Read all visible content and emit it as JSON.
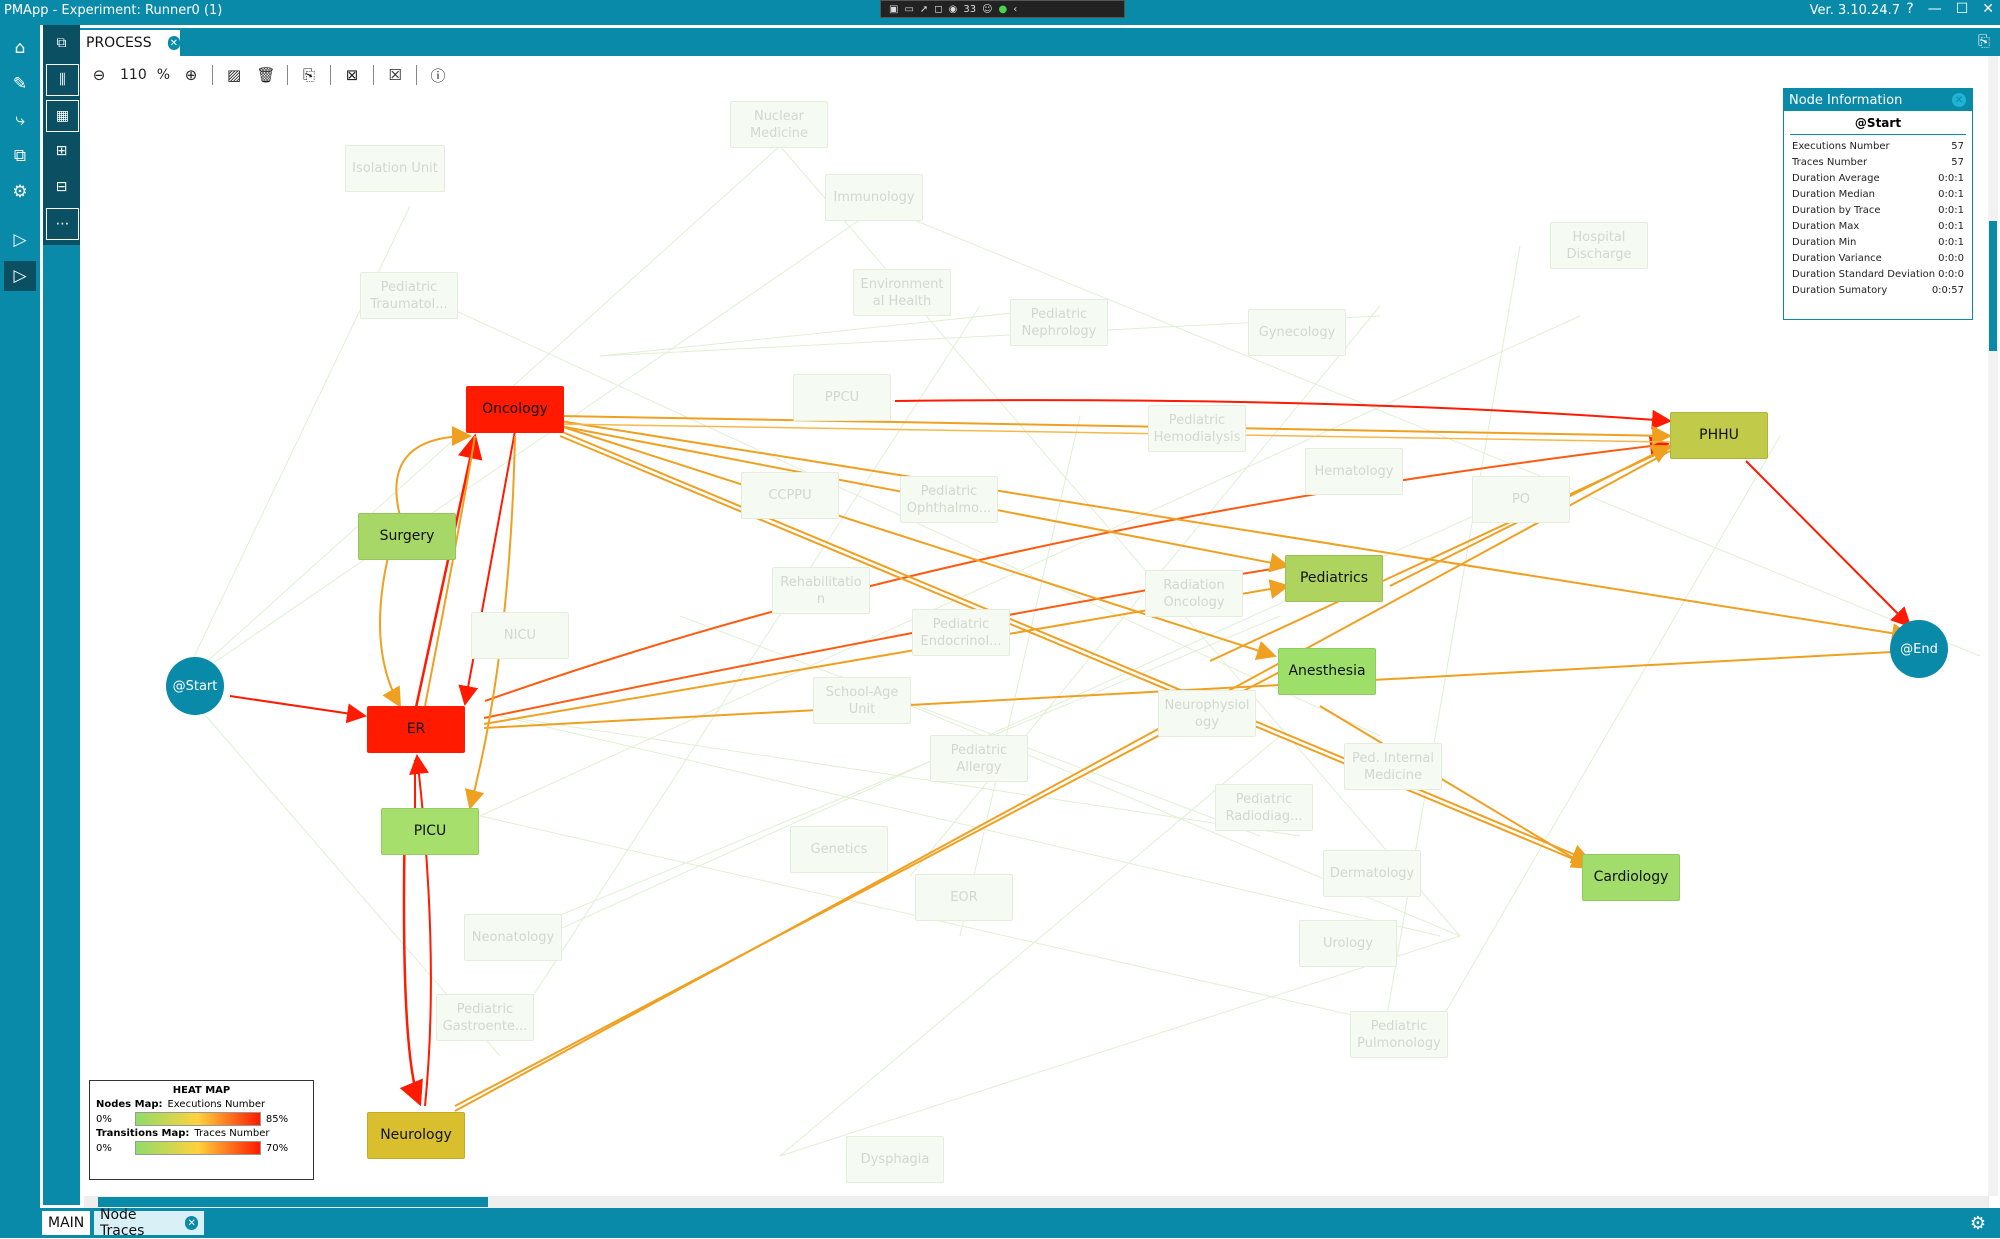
{
  "window": {
    "title": "PMApp  -  Experiment: Runner0 (1)",
    "version": "Ver. 3.10.24.7",
    "help_glyph": "?",
    "minimize_glyph": "—",
    "maximize_glyph": "☐",
    "close_glyph": "✕",
    "tray_count": "33"
  },
  "tabs": {
    "process": "PROCESS",
    "close_glyph": "✕"
  },
  "toolbar": {
    "zoom_value": "110",
    "zoom_unit": "%"
  },
  "nodes": {
    "nuclear_medicine": "Nuclear Medicine",
    "isolation_unit": "Isolation Unit",
    "immunology": "Immunology",
    "hospital_discharge": "Hospital Discharge",
    "pediatric_traumatol": "Pediatric Traumatol...",
    "environmental_health": "Environment al Health",
    "pediatric_nephrology": "Pediatric Nephrology",
    "gynecology": "Gynecology",
    "ppcu": "PPCU",
    "pediatric_hemodialysis": "Pediatric Hemodialysis",
    "oncology": "Oncology",
    "phhu": "PHHU",
    "hematology": "Hematology",
    "ccppu": "CCPPU",
    "pediatric_ophthalmo": "Pediatric Ophthalmo...",
    "po": "PO",
    "surgery": "Surgery",
    "pediatrics": "Pediatrics",
    "rehabilitation": "Rehabilitatio n",
    "radiation_oncology": "Radiation Oncology",
    "nicu": "NICU",
    "pediatric_endocrinol": "Pediatric Endocrinol...",
    "anesthesia": "Anesthesia",
    "start": "@Start",
    "end": "@End",
    "school_age_unit": "School-Age Unit",
    "neurophysiology": "Neurophysiol ogy",
    "er": "ER",
    "pediatric_allergy": "Pediatric Allergy",
    "ped_internal_medicine": "Ped. Internal Medicine",
    "pediatric_radiodiag": "Pediatric Radiodiag...",
    "picu": "PICU",
    "genetics": "Genetics",
    "cardiology": "Cardiology",
    "dermatology": "Dermatology",
    "eor": "EOR",
    "neonatology": "Neonatology",
    "urology": "Urology",
    "pediatric_gastroente": "Pediatric Gastroente...",
    "pediatric_pulmonology": "Pediatric Pulmonology",
    "neurology": "Neurology",
    "dysphagia": "Dysphagia"
  },
  "node_info": {
    "header": "Node Information",
    "node": "@Start",
    "rows": [
      {
        "label": "Executions Number",
        "value": "57"
      },
      {
        "label": "Traces Number",
        "value": "57"
      },
      {
        "label": "Duration Average",
        "value": "0:0:1"
      },
      {
        "label": "Duration Median",
        "value": "0:0:1"
      },
      {
        "label": "Duration by Trace",
        "value": "0:0:1"
      },
      {
        "label": "Duration Max",
        "value": "0:0:1"
      },
      {
        "label": "Duration Min",
        "value": "0:0:1"
      },
      {
        "label": "Duration Variance",
        "value": "0:0:0"
      },
      {
        "label": "Duration Standard Deviation",
        "value": "0:0:0"
      },
      {
        "label": "Duration Sumatory",
        "value": "0:0:57"
      }
    ]
  },
  "legend": {
    "title": "HEAT MAP",
    "nodes_label": "Nodes Map:",
    "nodes_metric": "Executions Number",
    "nodes_min": "0%",
    "nodes_max": "85%",
    "transitions_label": "Transitions Map:",
    "transitions_metric": "Traces Number",
    "transitions_min": "0%",
    "transitions_max": "70%"
  },
  "bottom_tabs": {
    "main": "MAIN",
    "node_traces": "Node Traces"
  },
  "colors": {
    "accent": "#0a8aa9",
    "dark_accent": "#0b4f63",
    "hot": "#ff1a00",
    "warm": "#f0a020",
    "cool": "#9ed66a"
  }
}
